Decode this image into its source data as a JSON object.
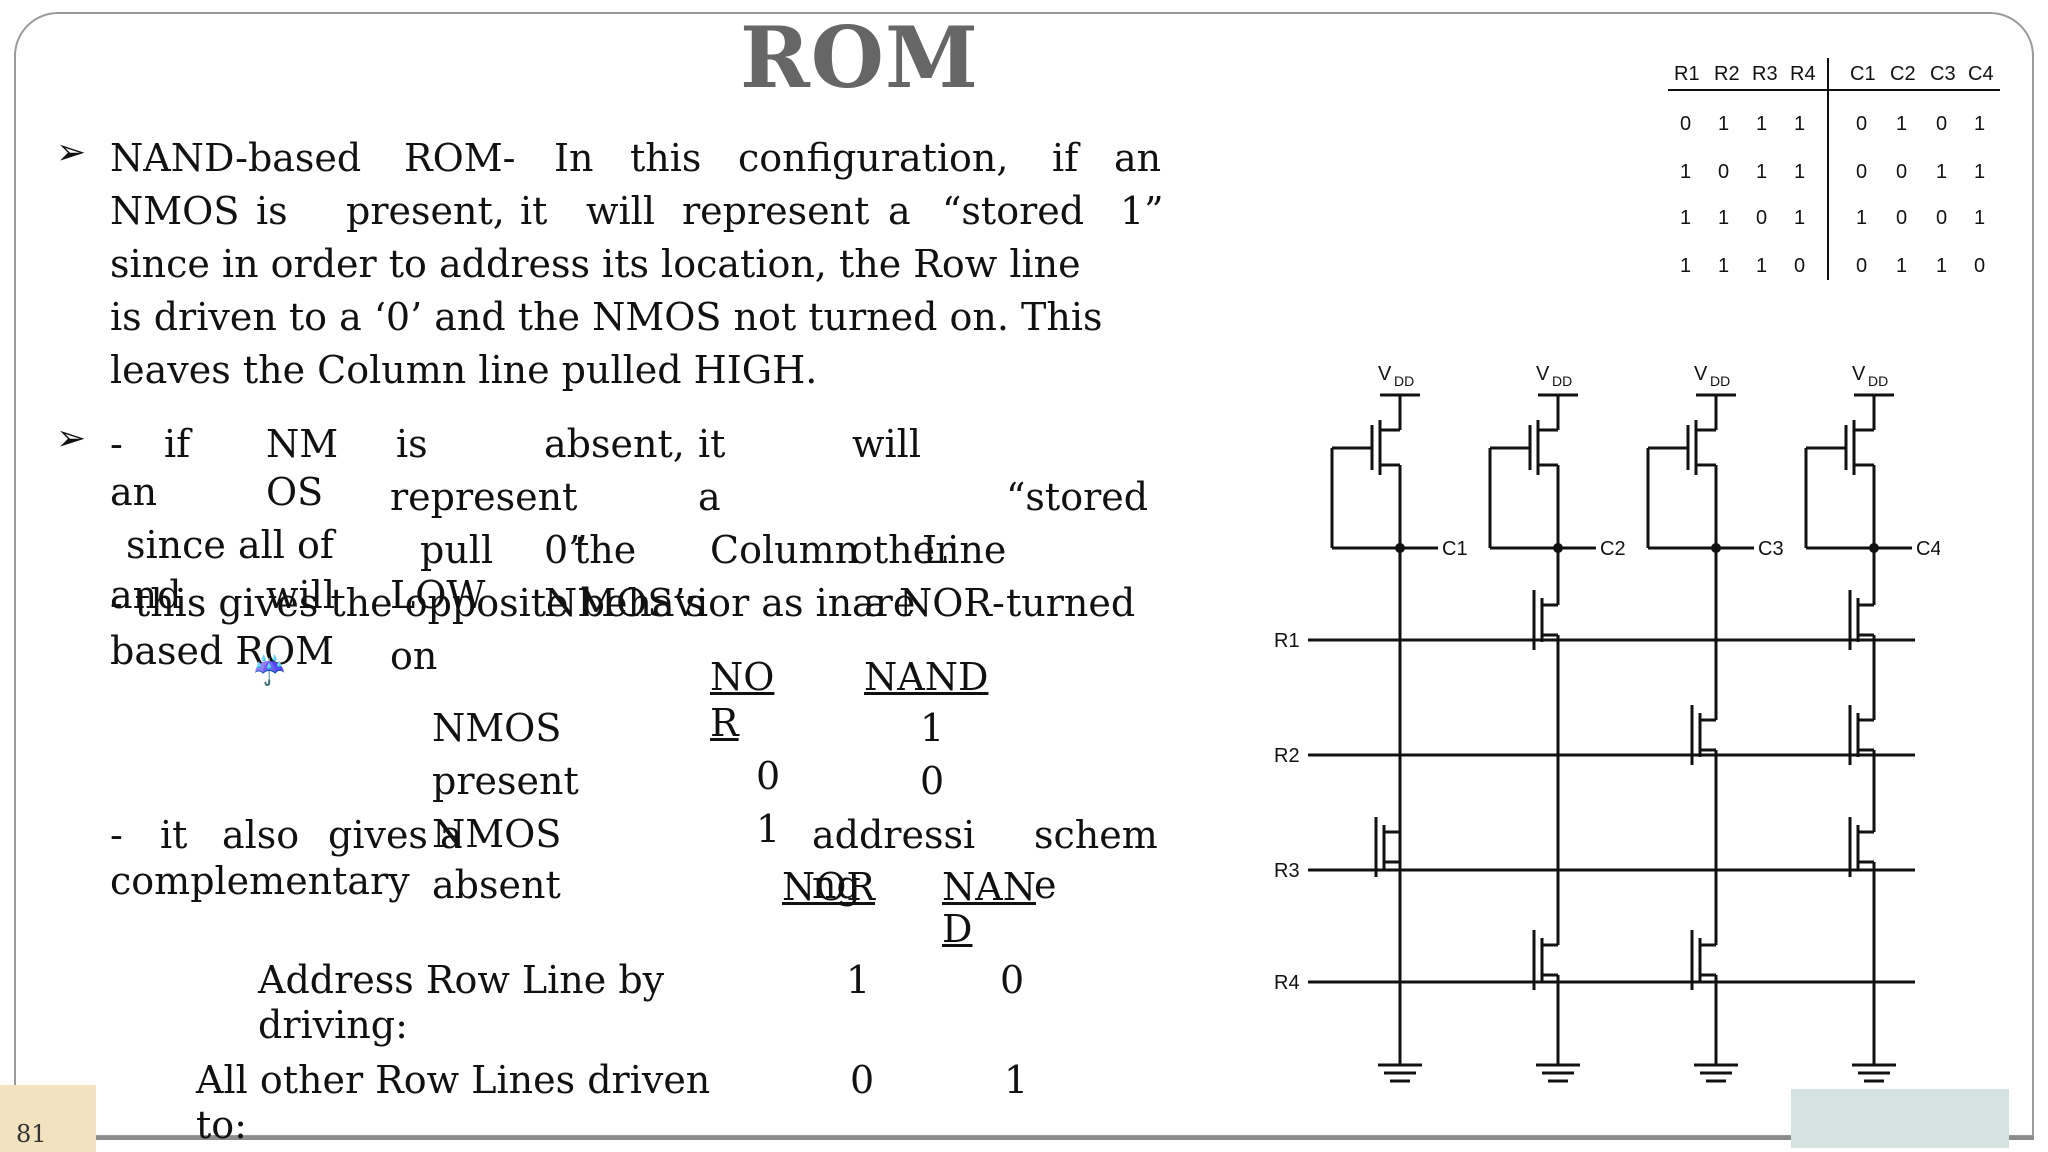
{
  "title": "ROM",
  "page_number": "81",
  "bullet1": {
    "lines": [
      [
        "NAND-based",
        "ROM-",
        "In",
        "this",
        "configuration,",
        "if",
        "an"
      ],
      [
        "NMOS",
        "is",
        "present,",
        "it",
        "will",
        "represent",
        "a",
        "“stored",
        "1”"
      ],
      [
        "since in order to  address its location, the Row line"
      ],
      [
        "is driven to a ‘0’ and the  NMOS not turned on. This"
      ],
      [
        "leaves the Column line pulled  HIGH."
      ]
    ]
  },
  "bullet2": {
    "dash": "-",
    "words": {
      "if": "if",
      "nm": "NM",
      "is": "is",
      "absent": "absent,",
      "it": "it",
      "will": "will",
      "an": "an",
      "os": "OS",
      "represent": "represent",
      "a": "a",
      "stored": "“stored",
      "since_all_of": "since all  of",
      "pull": "pull",
      "zero": "0”",
      "the": "the",
      "column": "Column",
      "other": "other",
      "line": "Line",
      "and": "and",
      "will2": "will",
      "low": "LOW",
      "nmoss": "NMOS’s",
      "are": "are",
      "turned": "turned",
      "on": "on"
    },
    "gives_line": "- this gives the opposite behavior as in a NOR-",
    "based_rom": "based ROM"
  },
  "table1": {
    "header_nor_1": "NO",
    "header_nor_2": "R",
    "header_nand": "NAND",
    "row1_label": "NMOS",
    "row1_label2": "present",
    "row1_nand": "1",
    "row1_nor": "0",
    "row1_nand_b": "0",
    "row2_label": "NMOS",
    "row2_label2": "absent",
    "row2_nor": "1"
  },
  "bullet3": {
    "dash": "-",
    "it": "it",
    "also": "also",
    "gives_a": "gives a",
    "addressi": "addressi",
    "schem": "schem",
    "complementary": "complementary",
    "ng": "ng",
    "e": "e"
  },
  "table2": {
    "header_nor": "NOR",
    "header_nand_1": "NAN",
    "header_nand_2": "D",
    "row1_label_1": "Address Row Line by",
    "row1_label_2": "driving:",
    "row1_nor": "1",
    "row1_nand": "0",
    "row2_label_1": "All other Row Lines driven",
    "row2_label_2": "to:",
    "row2_nor": "0",
    "row2_nand": "1"
  },
  "truth_table": {
    "headers": [
      "R1",
      "R2",
      "R3",
      "R4",
      "C1",
      "C2",
      "C3",
      "C4"
    ],
    "rows": [
      [
        "0",
        "1",
        "1",
        "1",
        "0",
        "1",
        "0",
        "1"
      ],
      [
        "1",
        "0",
        "1",
        "1",
        "0",
        "0",
        "1",
        "1"
      ],
      [
        "1",
        "1",
        "0",
        "1",
        "1",
        "0",
        "0",
        "1"
      ],
      [
        "1",
        "1",
        "1",
        "0",
        "0",
        "1",
        "1",
        "0"
      ]
    ]
  },
  "circuit": {
    "vdd_main": "V",
    "vdd_sub": "DD",
    "columns": [
      "C1",
      "C2",
      "C3",
      "C4"
    ],
    "rows": [
      "R1",
      "R2",
      "R3",
      "R4"
    ]
  }
}
